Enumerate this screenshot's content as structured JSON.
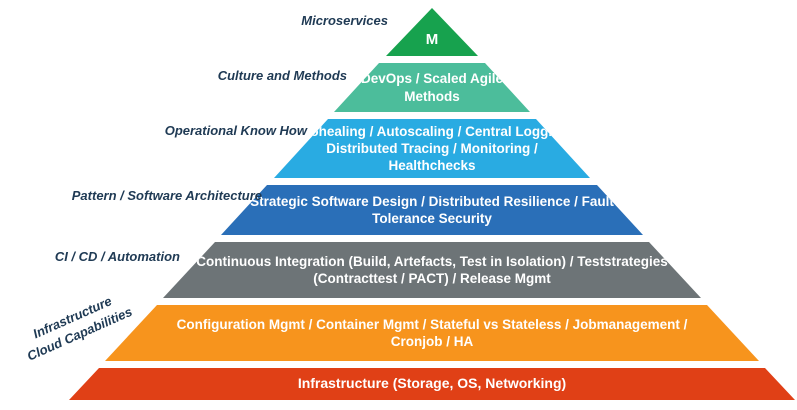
{
  "pyramid": {
    "text_color": "#ffffff",
    "label_color": "#1f3a54",
    "layers": [
      {
        "side_label": "Microservices",
        "text": "M",
        "color": "#17a24e"
      },
      {
        "side_label": "Culture and Methods",
        "text": "DevOps / Scaled Agile Methods",
        "color": "#4cbd9b"
      },
      {
        "side_label": "Operational Know How",
        "text": "Autohealing / Autoscaling / Central Logging / Distributed Tracing / Monitoring / Healthchecks",
        "color": "#29abe2"
      },
      {
        "side_label": "Pattern / Software Architecture",
        "text": "Strategic Software Design / Distributed Resilience / Fault Tolerance Security",
        "color": "#2a6fb8"
      },
      {
        "side_label": "CI / CD / Automation",
        "text": "Continuous Integration (Build, Artefacts, Test in Isolation) / Teststrategies (Contracttest / PACT) / Release Mgmt",
        "color": "#6d7477"
      },
      {
        "side_label_line1": "Infrastructure",
        "side_label_line2": "Cloud Capabilities",
        "text": "Configuration Mgmt / Container Mgmt / Stateful vs Stateless / Jobmanagement / Cronjob / HA",
        "color": "#f7941d"
      },
      {
        "text": "Infrastructure (Storage, OS, Networking)",
        "color": "#e04016"
      }
    ]
  }
}
